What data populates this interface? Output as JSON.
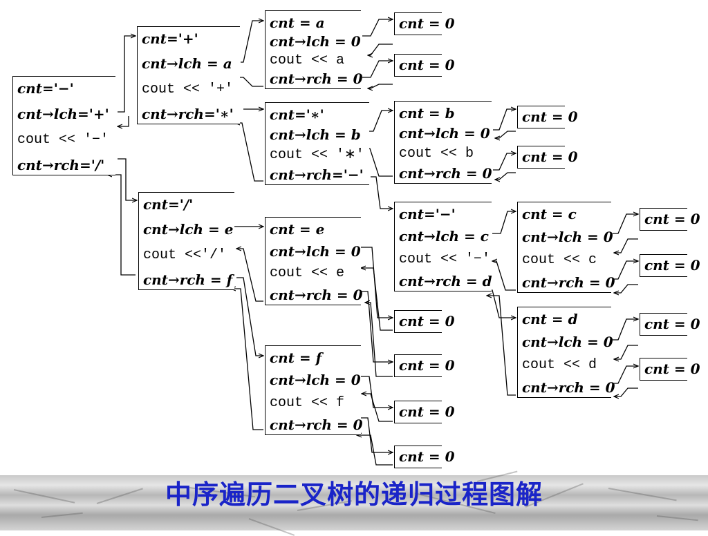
{
  "caption": "中序遍历二叉树的递归过程图解",
  "colors": {
    "caption": "#1a24c8",
    "line": "#000000",
    "footer": "#c8c8c8"
  },
  "nodes": [
    {
      "name": "call-root",
      "lines": [
        "cnt='−'",
        "cnt→lch='+'",
        "cout << '−'",
        "cnt→rch='/'"
      ]
    },
    {
      "name": "call-plus",
      "lines": [
        "cnt='+'",
        "cnt→lch = a",
        "cout << '+'",
        "cnt→rch='∗'"
      ]
    },
    {
      "name": "call-slash",
      "lines": [
        "cnt='/'",
        "cnt→lch = e",
        "cout <<'/'",
        "cnt→rch = f"
      ]
    },
    {
      "name": "call-a",
      "lines": [
        "cnt = a",
        "cnt→lch = 0",
        "cout << a",
        "cnt→rch = 0"
      ]
    },
    {
      "name": "call-star",
      "lines": [
        "cnt='∗'",
        "cnt→lch = b",
        "cout << '∗'",
        "cnt→rch='−'"
      ]
    },
    {
      "name": "call-e",
      "lines": [
        "cnt = e",
        "cnt→lch = 0",
        "cout << e",
        "cnt→rch = 0"
      ]
    },
    {
      "name": "call-f",
      "lines": [
        "cnt = f",
        "cnt→lch = 0",
        "cout << f",
        "cnt→rch = 0"
      ]
    },
    {
      "name": "call-b",
      "lines": [
        "cnt = b",
        "cnt→lch = 0",
        "cout << b",
        "cnt→rch = 0"
      ]
    },
    {
      "name": "call-minus",
      "lines": [
        "cnt='−'",
        "cnt→lch = c",
        "cout << '−'",
        "cnt→rch = d"
      ]
    },
    {
      "name": "call-c",
      "lines": [
        "cnt = c",
        "cnt→lch = 0",
        "cout << c",
        "cnt→rch = 0"
      ]
    },
    {
      "name": "call-d",
      "lines": [
        "cnt = d",
        "cnt→lch = 0",
        "cout << d",
        "cnt→rch = 0"
      ]
    }
  ],
  "leaf_label": "cnt = 0"
}
